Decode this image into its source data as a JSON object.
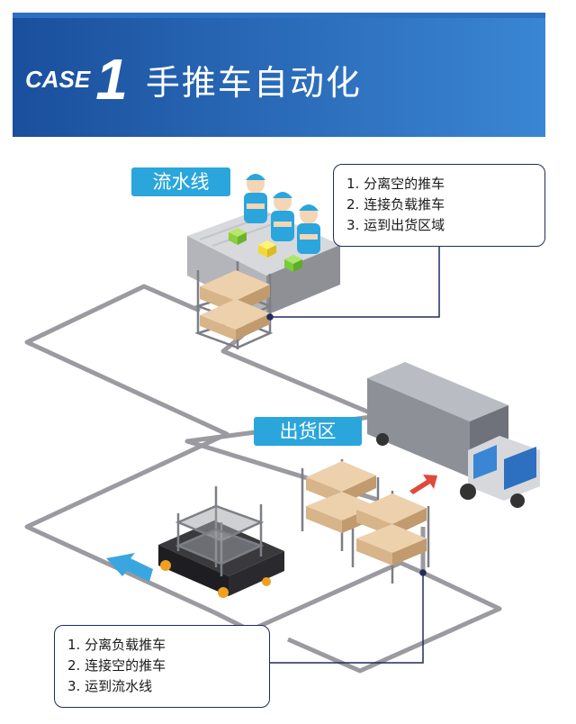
{
  "header": {
    "case_label": "CASE",
    "case_number": "1",
    "title": "手推车自动化"
  },
  "labels": {
    "assembly_line": "流水线",
    "shipping_area": "出货区"
  },
  "top_note": {
    "steps": [
      "1. 分离空的推车",
      "2. 连接负载推车",
      "3. 运到出货区域"
    ]
  },
  "bottom_note": {
    "steps": [
      "1. 分离负载推车",
      "2. 连接空的推车",
      "3. 运到流水线"
    ]
  },
  "colors": {
    "banner_dark": "#1a4f9c",
    "banner_light": "#3a86d4",
    "tag_blue": "#2aa6dc",
    "track_gray": "#9a9aa0",
    "box_tan": "#d8b48a",
    "arrow_blue": "#3aa6e0",
    "arrow_red": "#e04a3a"
  }
}
